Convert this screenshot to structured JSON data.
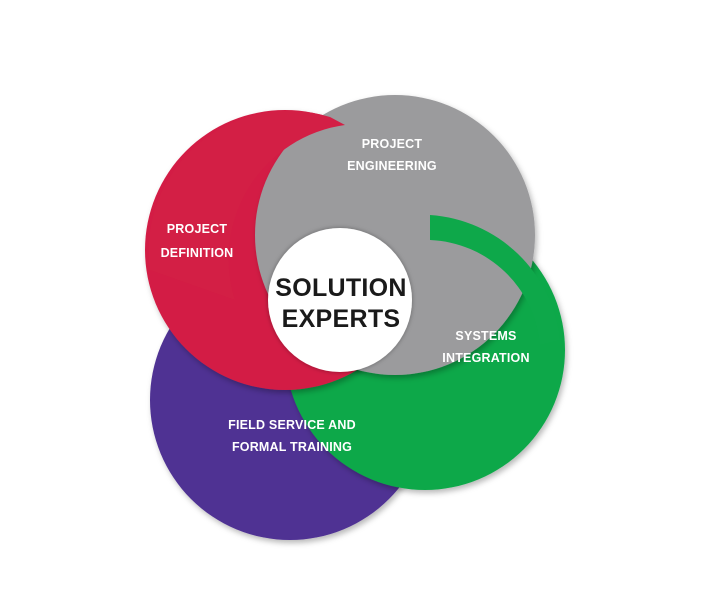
{
  "center": {
    "line1": "SOLUTION",
    "line2": "EXPERTS"
  },
  "segments": [
    {
      "id": "project-definition",
      "line1": "PROJECT",
      "line2": "DEFINITION",
      "color": "#d31f45"
    },
    {
      "id": "project-engineering",
      "line1": "PROJECT",
      "line2": "ENGINEERING",
      "color": "#9b9b9d"
    },
    {
      "id": "systems-integration",
      "line1": "SYSTEMS",
      "line2": "INTEGRATION",
      "color": "#0ea84a"
    },
    {
      "id": "field-service",
      "line1": "FIELD SERVICE AND",
      "line2": "FORMAL TRAINING",
      "color": "#4f3193"
    }
  ]
}
